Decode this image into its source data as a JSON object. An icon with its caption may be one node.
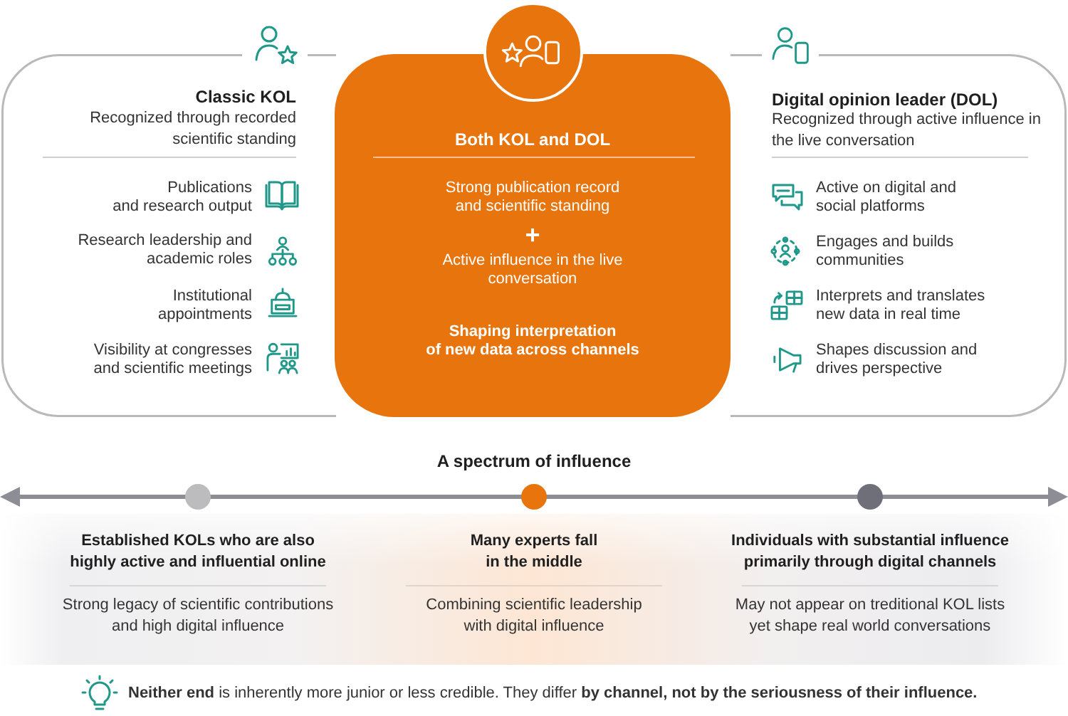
{
  "diagram": {
    "nodes": [
      {
        "text": [
          "Classic KOL",
          "Recognized through recorded scientific standing",
          "Publications and research output",
          "Research leadership and academic roles",
          "Institutional appointments",
          "Visibility at congresses and scientific meetings"
        ]
      },
      {
        "text": [
          "Both KOL and DOL",
          "Strong publication record and scientific standing",
          "+",
          "Active influence in the live conversation",
          "Shaping interpretation of new data across channels"
        ]
      },
      {
        "text": [
          "Digital opinion leader (DOL)",
          "Recognized through active influence in the live conversation",
          "Active on digital and social platforms",
          "Engages and builds communities",
          "Interprets and translates new data in real time",
          "Shapes discussion and drives perspective"
        ]
      },
      {
        "text": [
          "Established KOLs who are also highly active and influential online",
          "Strong legacy of scientific contributions and high digital influence",
          "Many experts fall in the middle",
          "Combining scientific leadership with digital influence",
          "Individuals with substantial influence primarily through digital channels",
          "May not appear on treditional KOL lists yet shape real world conversations"
        ]
      }
    ],
    "labels": [
      "A spectrum of influence",
      "**Neither end** is inherently more junior or less credible. They differ **by channel, not by the seriousness of their influence.**"
    ]
  }
}
